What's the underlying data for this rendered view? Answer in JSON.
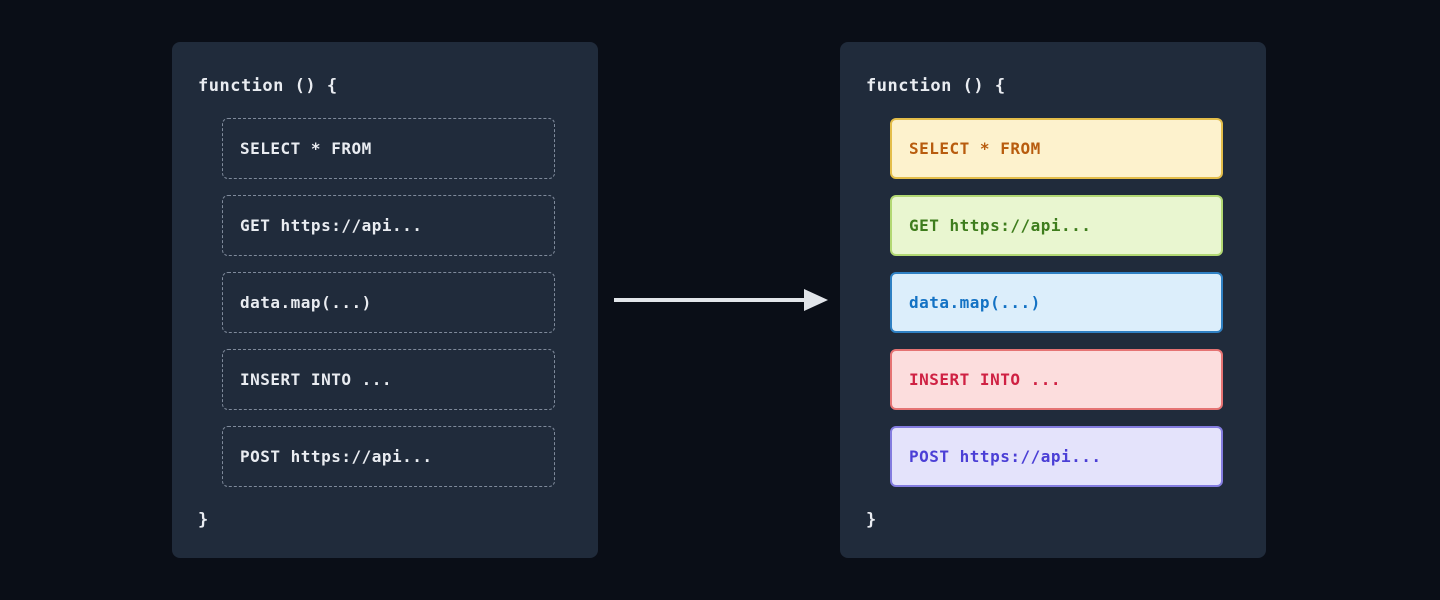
{
  "diagram": {
    "left_panel": {
      "header": "function () {",
      "footer": "}",
      "items": [
        {
          "label": "SELECT * FROM"
        },
        {
          "label": "GET https://api..."
        },
        {
          "label": "data.map(...)"
        },
        {
          "label": "INSERT INTO ..."
        },
        {
          "label": "POST https://api..."
        }
      ]
    },
    "right_panel": {
      "header": "function () {",
      "footer": "}",
      "items": [
        {
          "label": "SELECT * FROM",
          "bg": "#fdf2cd",
          "border": "#e3bd4a",
          "text": "#b85c0e"
        },
        {
          "label": "GET https://api...",
          "bg": "#e9f6d0",
          "border": "#b2d873",
          "text": "#3e7d1d"
        },
        {
          "label": "data.map(...)",
          "bg": "#dceefb",
          "border": "#2f80c3",
          "text": "#1372c4"
        },
        {
          "label": "INSERT INTO ...",
          "bg": "#fcdddd",
          "border": "#e57373",
          "text": "#cf2143"
        },
        {
          "label": "POST https://api...",
          "bg": "#e4e3fb",
          "border": "#837cdf",
          "text": "#4b3fd6"
        }
      ]
    },
    "arrow_color": "#e2e5ea"
  }
}
